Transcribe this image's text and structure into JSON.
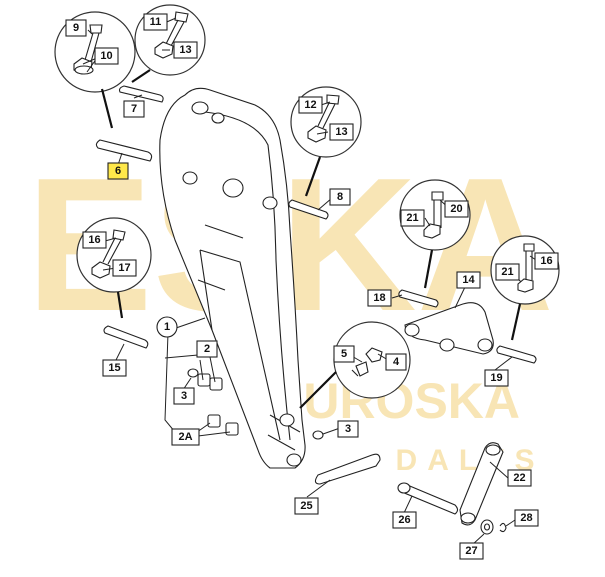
{
  "watermark": {
    "main": "ESKA",
    "mid": "EUROSKA",
    "sub": "DALYS"
  },
  "highlight_color": "#ffe84a",
  "labels": {
    "l1": "1",
    "l2": "2",
    "l2a": "2A",
    "l3a": "3",
    "l3b": "3",
    "l4": "4",
    "l5": "5",
    "l6": "6",
    "l7": "7",
    "l8": "8",
    "l9": "9",
    "l10": "10",
    "l11": "11",
    "l12": "12",
    "l13a": "13",
    "l13b": "13",
    "l14": "14",
    "l15": "15",
    "l16a": "16",
    "l16b": "16",
    "l17": "17",
    "l18": "18",
    "l19": "19",
    "l20": "20",
    "l21a": "21",
    "l21b": "21",
    "l22": "22",
    "l25": "25",
    "l26": "26",
    "l27": "27",
    "l28": "28"
  }
}
